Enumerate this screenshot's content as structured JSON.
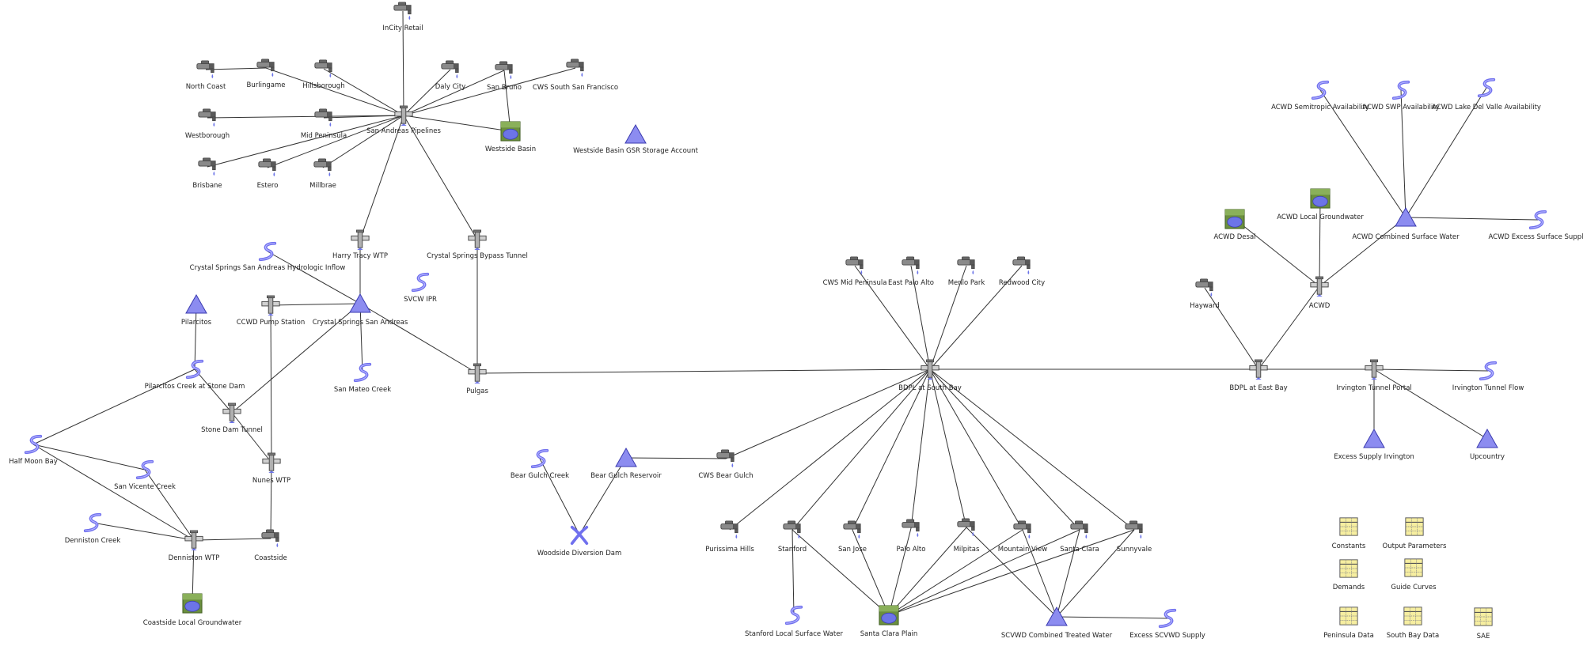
{
  "colors": {
    "background": "#ffffff",
    "link": "#333333",
    "triangle": "#8c8cf0",
    "triangle_edge": "#3a3ab0",
    "river": "#7070ee",
    "water": "#6c74e8",
    "ground": "#6b8f3e",
    "table": "#f6eea0",
    "tap_metal": "#8a8a8a",
    "tap_dark": "#444444",
    "label": "#222222"
  },
  "nodes": [
    {
      "id": "incity",
      "label": "InCity Retail",
      "icon": "demand-tap-icon",
      "kind": "demand"
    },
    {
      "id": "northcoast",
      "label": "North Coast",
      "icon": "demand-tap-icon",
      "kind": "demand"
    },
    {
      "id": "burlingame",
      "label": "Burlingame",
      "icon": "demand-tap-icon",
      "kind": "demand"
    },
    {
      "id": "hillsborough",
      "label": "Hillsborough",
      "icon": "demand-tap-icon",
      "kind": "demand"
    },
    {
      "id": "dalycity",
      "label": "Daly City",
      "icon": "demand-tap-icon",
      "kind": "demand"
    },
    {
      "id": "sanbruno",
      "label": "San Bruno",
      "icon": "demand-tap-icon",
      "kind": "demand"
    },
    {
      "id": "cwsssf",
      "label": "CWS South San Francisco",
      "icon": "demand-tap-icon",
      "kind": "demand"
    },
    {
      "id": "westborough",
      "label": "Westborough",
      "icon": "demand-tap-icon",
      "kind": "demand"
    },
    {
      "id": "midpeninsula",
      "label": "Mid Peninsula",
      "icon": "demand-tap-icon",
      "kind": "demand"
    },
    {
      "id": "sap",
      "label": "San Andreas Pipelines",
      "icon": "junction-pipe-icon",
      "kind": "junction"
    },
    {
      "id": "westsidebasin",
      "label": "Westside Basin",
      "icon": "groundwater-icon",
      "kind": "groundwater"
    },
    {
      "id": "wbgsr",
      "label": "Westside Basin GSR Storage Account",
      "icon": "reservoir-triangle-icon",
      "kind": "reservoir"
    },
    {
      "id": "brisbane",
      "label": "Brisbane",
      "icon": "demand-tap-icon",
      "kind": "demand"
    },
    {
      "id": "estero",
      "label": "Estero",
      "icon": "demand-tap-icon",
      "kind": "demand"
    },
    {
      "id": "millbrae",
      "label": "Millbrae",
      "icon": "demand-tap-icon",
      "kind": "demand"
    },
    {
      "id": "harrytracy",
      "label": "Harry Tracy WTP",
      "icon": "junction-pipe-icon",
      "kind": "junction"
    },
    {
      "id": "csbypass",
      "label": "Crystal Springs Bypass Tunnel",
      "icon": "junction-pipe-icon",
      "kind": "junction"
    },
    {
      "id": "cshydro",
      "label": "Crystal Springs San Andreas Hydrologic Inflow",
      "icon": "river-inflow-icon",
      "kind": "river"
    },
    {
      "id": "pilarcitos",
      "label": "Pilarcitos",
      "icon": "reservoir-triangle-icon",
      "kind": "reservoir"
    },
    {
      "id": "ccwdpump",
      "label": "CCWD Pump Station",
      "icon": "junction-pipe-icon",
      "kind": "junction"
    },
    {
      "id": "csa",
      "label": "Crystal Springs San Andreas",
      "icon": "reservoir-triangle-icon",
      "kind": "reservoir"
    },
    {
      "id": "svcwipr",
      "label": "SVCW IPR",
      "icon": "river-inflow-icon",
      "kind": "river"
    },
    {
      "id": "sanmateocreek",
      "label": "San Mateo Creek",
      "icon": "river-inflow-icon",
      "kind": "river"
    },
    {
      "id": "pulgas",
      "label": "Pulgas",
      "icon": "junction-pipe-icon",
      "kind": "junction"
    },
    {
      "id": "pilarcitoscreek",
      "label": "Pilarcitos Creek at Stone Dam",
      "icon": "river-inflow-icon",
      "kind": "river"
    },
    {
      "id": "stonedam",
      "label": "Stone Dam Tunnel",
      "icon": "junction-pipe-icon",
      "kind": "junction"
    },
    {
      "id": "halfmoonbay",
      "label": "Half Moon Bay",
      "icon": "river-inflow-icon",
      "kind": "river"
    },
    {
      "id": "sanvicente",
      "label": "San Vicente Creek",
      "icon": "river-inflow-icon",
      "kind": "river"
    },
    {
      "id": "nuneswtp",
      "label": "Nunes WTP",
      "icon": "junction-pipe-icon",
      "kind": "junction"
    },
    {
      "id": "dennistoncreek",
      "label": "Denniston Creek",
      "icon": "river-inflow-icon",
      "kind": "river"
    },
    {
      "id": "dennistonwtp",
      "label": "Denniston WTP",
      "icon": "junction-pipe-icon",
      "kind": "junction"
    },
    {
      "id": "coastside",
      "label": "Coastside",
      "icon": "demand-tap-icon",
      "kind": "demand"
    },
    {
      "id": "coastsidegw",
      "label": "Coastside Local Groundwater",
      "icon": "groundwater-icon",
      "kind": "groundwater"
    },
    {
      "id": "bearguichcreek",
      "label": "Bear Gulch Creek",
      "icon": "river-inflow-icon",
      "kind": "river"
    },
    {
      "id": "bearguichres",
      "label": "Bear Gulch Reservoir",
      "icon": "reservoir-triangle-icon",
      "kind": "reservoir"
    },
    {
      "id": "cwsbear",
      "label": "CWS Bear Gulch",
      "icon": "demand-tap-icon",
      "kind": "demand"
    },
    {
      "id": "woodside",
      "label": "Woodside Diversion Dam",
      "icon": "diversion-icon",
      "kind": "diversion"
    },
    {
      "id": "cwsmidpen",
      "label": "CWS Mid Peninsula",
      "icon": "demand-tap-icon",
      "kind": "demand"
    },
    {
      "id": "eastpaloalto",
      "label": "East Palo Alto",
      "icon": "demand-tap-icon",
      "kind": "demand"
    },
    {
      "id": "menlopark",
      "label": "Menlo Park",
      "icon": "demand-tap-icon",
      "kind": "demand"
    },
    {
      "id": "redwoodcity",
      "label": "Redwood City",
      "icon": "demand-tap-icon",
      "kind": "demand"
    },
    {
      "id": "bdplsouth",
      "label": "BDPL at South Bay",
      "icon": "junction-pipe-icon",
      "kind": "junction"
    },
    {
      "id": "purissima",
      "label": "Purissima Hills",
      "icon": "demand-tap-icon",
      "kind": "demand"
    },
    {
      "id": "stanford",
      "label": "Stanford",
      "icon": "demand-tap-icon",
      "kind": "demand"
    },
    {
      "id": "sanjose",
      "label": "San Jose",
      "icon": "demand-tap-icon",
      "kind": "demand"
    },
    {
      "id": "paloalto",
      "label": "Palo Alto",
      "icon": "demand-tap-icon",
      "kind": "demand"
    },
    {
      "id": "milpitas",
      "label": "Milpitas",
      "icon": "demand-tap-icon",
      "kind": "demand"
    },
    {
      "id": "mountainview",
      "label": "Mountain View",
      "icon": "demand-tap-icon",
      "kind": "demand"
    },
    {
      "id": "santaclara",
      "label": "Santa Clara",
      "icon": "demand-tap-icon",
      "kind": "demand"
    },
    {
      "id": "sunnyvale",
      "label": "Sunnyvale",
      "icon": "demand-tap-icon",
      "kind": "demand"
    },
    {
      "id": "stanfordlsw",
      "label": "Stanford Local Surface Water",
      "icon": "river-inflow-icon",
      "kind": "river"
    },
    {
      "id": "santaclaraplain",
      "label": "Santa Clara Plain",
      "icon": "groundwater-icon",
      "kind": "groundwater"
    },
    {
      "id": "scvwd",
      "label": "SCVWD Combined Treated Water",
      "icon": "reservoir-triangle-icon",
      "kind": "reservoir"
    },
    {
      "id": "excessscvwd",
      "label": "Excess SCVWD Supply",
      "icon": "river-inflow-icon",
      "kind": "river"
    },
    {
      "id": "acwdsemitropic",
      "label": "ACWD Semitropic Availability",
      "icon": "river-inflow-icon",
      "kind": "river"
    },
    {
      "id": "acwdswp",
      "label": "ACWD SWP Availability",
      "icon": "river-inflow-icon",
      "kind": "river"
    },
    {
      "id": "acwdlakedelvalle",
      "label": "ACWD Lake Del Valle Availability",
      "icon": "river-inflow-icon",
      "kind": "river"
    },
    {
      "id": "acwdlocalgw",
      "label": "ACWD Local Groundwater",
      "icon": "groundwater-icon",
      "kind": "groundwater"
    },
    {
      "id": "acwddesal",
      "label": "ACWD Desal",
      "icon": "groundwater-icon",
      "kind": "groundwater"
    },
    {
      "id": "acwdcombined",
      "label": "ACWD Combined Surface Water",
      "icon": "reservoir-triangle-icon",
      "kind": "reservoir"
    },
    {
      "id": "acwdexcess",
      "label": "ACWD Excess Surface Supply",
      "icon": "river-inflow-icon",
      "kind": "river"
    },
    {
      "id": "hayward",
      "label": "Hayward",
      "icon": "demand-tap-icon",
      "kind": "demand"
    },
    {
      "id": "acwd",
      "label": "ACWD",
      "icon": "junction-pipe-icon",
      "kind": "junction"
    },
    {
      "id": "bdpleast",
      "label": "BDPL at East Bay",
      "icon": "junction-pipe-icon",
      "kind": "junction"
    },
    {
      "id": "irvingtonportal",
      "label": "Irvington Tunnel Portal",
      "icon": "junction-pipe-icon",
      "kind": "junction"
    },
    {
      "id": "irvingtonflow",
      "label": "Irvington Tunnel Flow",
      "icon": "river-inflow-icon",
      "kind": "river"
    },
    {
      "id": "excessirvington",
      "label": "Excess Supply Irvington",
      "icon": "reservoir-triangle-icon",
      "kind": "reservoir"
    },
    {
      "id": "upcountry",
      "label": "Upcountry",
      "icon": "reservoir-triangle-icon",
      "kind": "reservoir"
    },
    {
      "id": "constants",
      "label": "Constants",
      "icon": "data-table-icon",
      "kind": "table"
    },
    {
      "id": "outputparams",
      "label": "Output Parameters",
      "icon": "data-table-icon",
      "kind": "table"
    },
    {
      "id": "demands",
      "label": "Demands",
      "icon": "data-table-icon",
      "kind": "table"
    },
    {
      "id": "guidecurves",
      "label": "Guide Curves",
      "icon": "data-table-icon",
      "kind": "table"
    },
    {
      "id": "peninsuladata",
      "label": "Peninsula Data",
      "icon": "data-table-icon",
      "kind": "table"
    },
    {
      "id": "southbaydata",
      "label": "South Bay Data",
      "icon": "data-table-icon",
      "kind": "table"
    },
    {
      "id": "sae",
      "label": "SAE",
      "icon": "data-table-icon",
      "kind": "table"
    }
  ],
  "links": [
    [
      "sap",
      "incity"
    ],
    [
      "sap",
      "burlingame"
    ],
    [
      "sap",
      "hillsborough"
    ],
    [
      "sap",
      "dalycity"
    ],
    [
      "sap",
      "sanbruno"
    ],
    [
      "sap",
      "cwsssf"
    ],
    [
      "sap",
      "westborough"
    ],
    [
      "sap",
      "midpeninsula"
    ],
    [
      "sap",
      "westsidebasin"
    ],
    [
      "sap",
      "brisbane"
    ],
    [
      "sap",
      "estero"
    ],
    [
      "sap",
      "millbrae"
    ],
    [
      "sap",
      "harrytracy"
    ],
    [
      "sap",
      "csbypass"
    ],
    [
      "sanbruno",
      "westsidebasin"
    ],
    [
      "burlingame",
      "northcoast"
    ],
    [
      "harrytracy",
      "csa"
    ],
    [
      "csbypass",
      "pulgas"
    ],
    [
      "cshydro",
      "csa"
    ],
    [
      "ccwdpump",
      "csa"
    ],
    [
      "csa",
      "sanmateocreek"
    ],
    [
      "csa",
      "pulgas"
    ],
    [
      "csa",
      "stonedam"
    ],
    [
      "pilarcitos",
      "pilarcitoscreek"
    ],
    [
      "pilarcitoscreek",
      "stonedam"
    ],
    [
      "pilarcitoscreek",
      "halfmoonbay"
    ],
    [
      "stonedam",
      "nuneswtp"
    ],
    [
      "ccwdpump",
      "nuneswtp"
    ],
    [
      "halfmoonbay",
      "sanvicente"
    ],
    [
      "halfmoonbay",
      "dennistonwtp"
    ],
    [
      "sanvicente",
      "dennistonwtp"
    ],
    [
      "dennistoncreek",
      "dennistonwtp"
    ],
    [
      "nuneswtp",
      "coastside"
    ],
    [
      "dennistonwtp",
      "coastside"
    ],
    [
      "dennistonwtp",
      "coastsidegw"
    ],
    [
      "pulgas",
      "bdplsouth"
    ],
    [
      "bdplsouth",
      "bdpleast"
    ],
    [
      "bdpleast",
      "irvingtonportal"
    ],
    [
      "irvingtonportal",
      "irvingtonflow"
    ],
    [
      "bdplsouth",
      "cwsmidpen"
    ],
    [
      "bdplsouth",
      "eastpaloalto"
    ],
    [
      "bdplsouth",
      "menlopark"
    ],
    [
      "bdplsouth",
      "redwoodcity"
    ],
    [
      "bdplsouth",
      "cwsbear"
    ],
    [
      "bdplsouth",
      "purissima"
    ],
    [
      "bdplsouth",
      "stanford"
    ],
    [
      "bdplsouth",
      "sanjose"
    ],
    [
      "bdplsouth",
      "paloalto"
    ],
    [
      "bdplsouth",
      "milpitas"
    ],
    [
      "bdplsouth",
      "mountainview"
    ],
    [
      "bdplsouth",
      "santaclara"
    ],
    [
      "bdplsouth",
      "sunnyvale"
    ],
    [
      "bearguichres",
      "cwsbear"
    ],
    [
      "bearguichcreek",
      "woodside"
    ],
    [
      "bearguichres",
      "woodside"
    ],
    [
      "stanford",
      "stanfordlsw"
    ],
    [
      "stanford",
      "santaclaraplain"
    ],
    [
      "sanjose",
      "santaclaraplain"
    ],
    [
      "paloalto",
      "santaclaraplain"
    ],
    [
      "milpitas",
      "santaclaraplain"
    ],
    [
      "mountainview",
      "santaclaraplain"
    ],
    [
      "santaclara",
      "santaclaraplain"
    ],
    [
      "sunnyvale",
      "santaclaraplain"
    ],
    [
      "milpitas",
      "scvwd"
    ],
    [
      "mountainview",
      "scvwd"
    ],
    [
      "santaclara",
      "scvwd"
    ],
    [
      "sunnyvale",
      "scvwd"
    ],
    [
      "scvwd",
      "excessscvwd"
    ],
    [
      "bdpleast",
      "hayward"
    ],
    [
      "bdpleast",
      "acwd"
    ],
    [
      "acwd",
      "acwddesal"
    ],
    [
      "acwd",
      "acwdlocalgw"
    ],
    [
      "acwd",
      "acwdcombined"
    ],
    [
      "acwdcombined",
      "acwdsemitropic"
    ],
    [
      "acwdcombined",
      "acwdswp"
    ],
    [
      "acwdcombined",
      "acwdlakedelvalle"
    ],
    [
      "acwdcombined",
      "acwdexcess"
    ],
    [
      "irvingtonportal",
      "excessirvington"
    ],
    [
      "irvingtonportal",
      "upcountry"
    ]
  ]
}
